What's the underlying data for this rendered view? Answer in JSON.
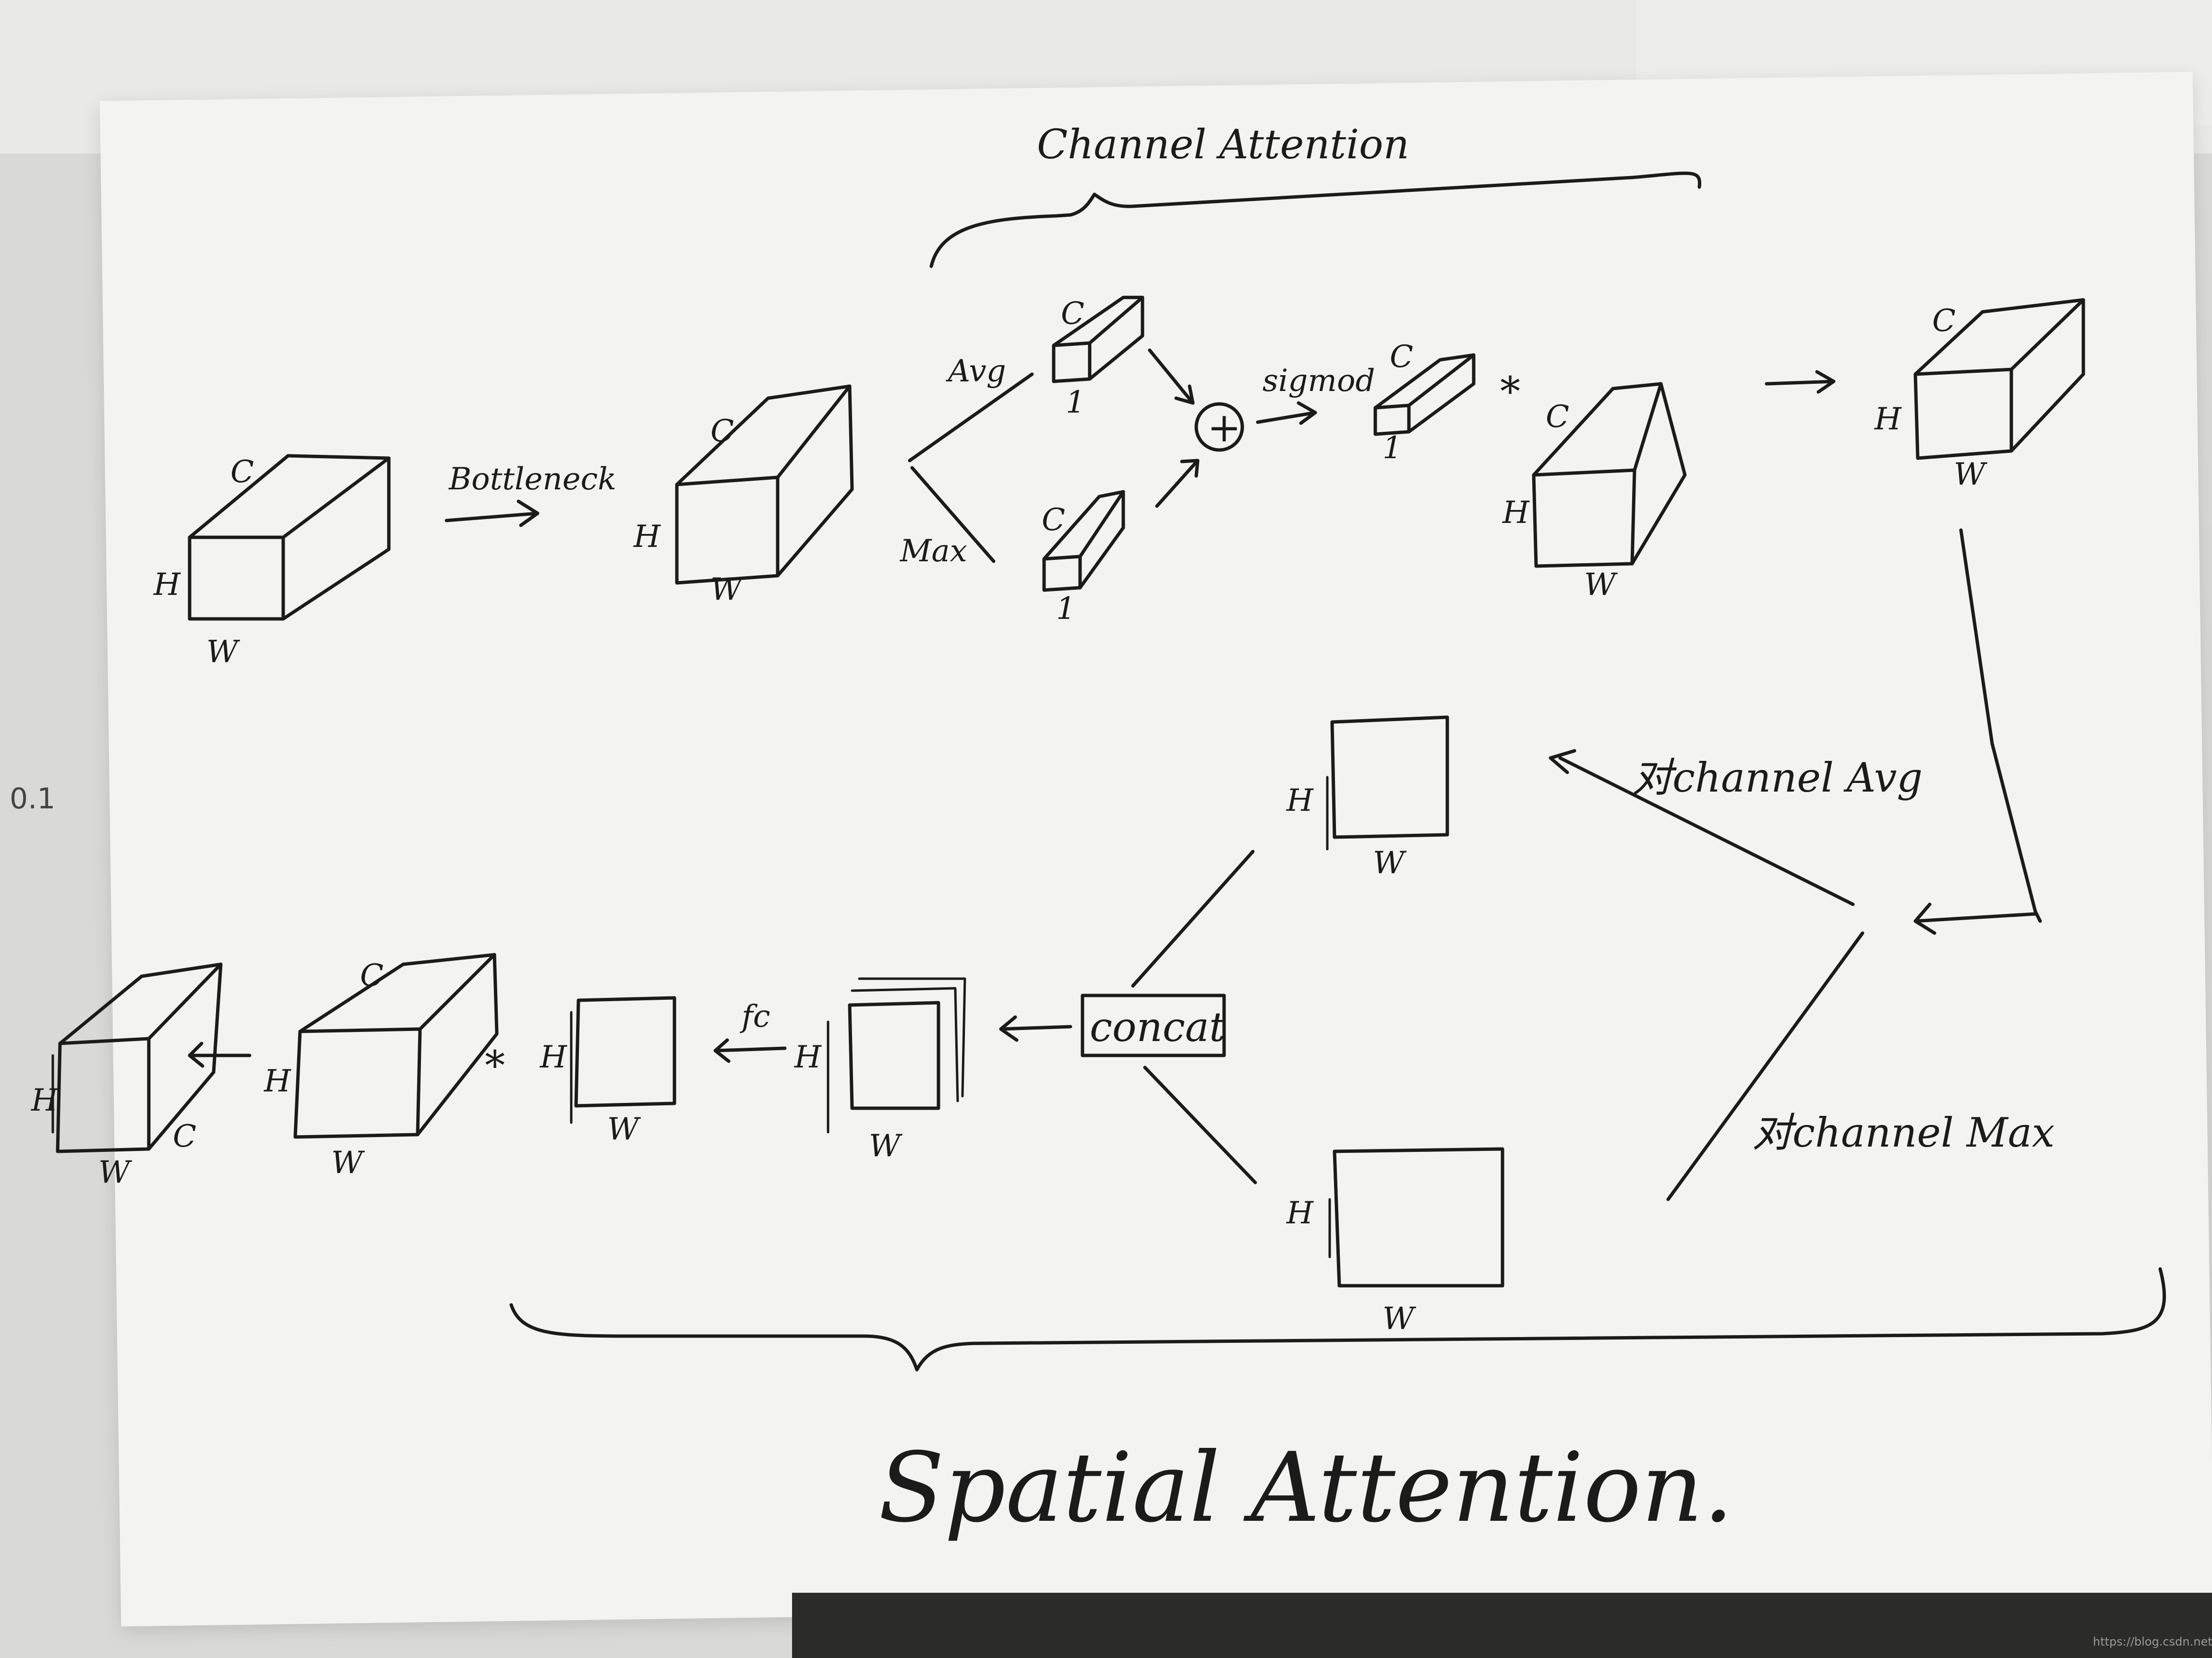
{
  "labels": {
    "top_brace_title": "Channel Attention",
    "bottom_title": "Spatial Attention.",
    "bottleneck": "Bottleneck",
    "avg": "Avg",
    "max": "Max",
    "sigmoid": "sigmod",
    "plus_symbol": "+",
    "multiply": "*",
    "channel_avg": "对channel Avg",
    "channel_max": "对channel Max",
    "concat": "concat",
    "fc": "fc",
    "dim_c": "C",
    "dim_h": "H",
    "dim_w": "W",
    "dim_one": "1",
    "margin_note": "0.1",
    "watermark": "https://blog.csdn.net/weixin_..."
  }
}
